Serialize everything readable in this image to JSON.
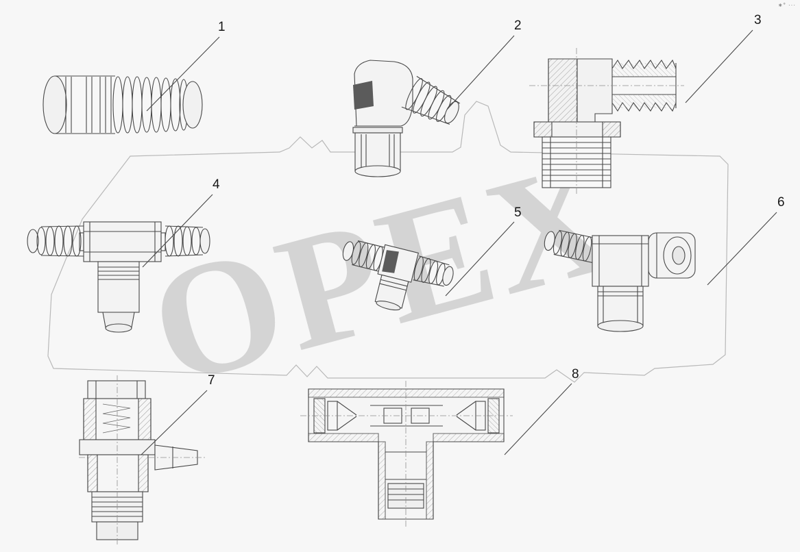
{
  "page": {
    "background": "#f7f7f7",
    "corner_marks": "∗° ···"
  },
  "watermark": {
    "text": "OPEX"
  },
  "diagram": {
    "type": "parts-diagram",
    "boundary_color": "#b8b8b8",
    "line_color": "#474747"
  },
  "parts": [
    {
      "label": "1",
      "name": "straight-hose-barb-connector"
    },
    {
      "label": "2",
      "name": "elbow-hose-barb-fitting"
    },
    {
      "label": "3",
      "name": "elbow-threaded-fitting-section"
    },
    {
      "label": "4",
      "name": "tee-hose-barb-fitting"
    },
    {
      "label": "5",
      "name": "tee-hose-barb-fitting-small"
    },
    {
      "label": "6",
      "name": "tee-fitting-with-nut"
    },
    {
      "label": "7",
      "name": "tee-fitting-cross-section"
    },
    {
      "label": "8",
      "name": "tee-body-cross-section"
    }
  ]
}
